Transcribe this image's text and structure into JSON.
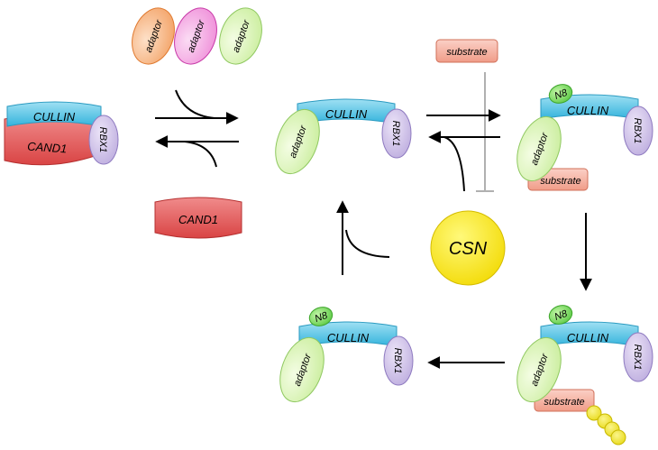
{
  "labels": {
    "adaptor": "adaptor",
    "cullin": "CULLIN",
    "rbx1": "RBX1",
    "cand1": "CAND1",
    "substrate": "substrate",
    "n8": "N8",
    "csn": "CSN"
  },
  "colors": {
    "adaptor_orange": "#f7b98a",
    "adaptor_pink": "#f4a9e6",
    "adaptor_green": "#dcf5b4",
    "cullin": "#5ec7e6",
    "rbx1": "#cbbde6",
    "cand1": "#e45a5a",
    "substrate": "#f6b3a3",
    "n8": "#7ddb5a",
    "csn": "#ffee00",
    "ubiquitin": "#f2e626"
  }
}
